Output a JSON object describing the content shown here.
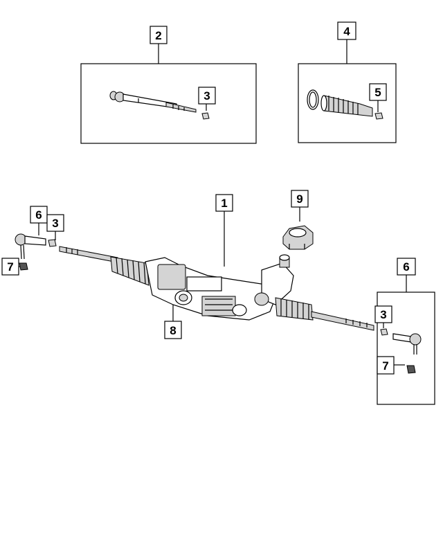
{
  "callouts": {
    "c1": "1",
    "c2": "2",
    "c3a": "3",
    "c3b": "3",
    "c3c": "3",
    "c4": "4",
    "c5": "5",
    "c6a": "6",
    "c6b": "6",
    "c7a": "7",
    "c7b": "7",
    "c8": "8",
    "c9": "9"
  }
}
